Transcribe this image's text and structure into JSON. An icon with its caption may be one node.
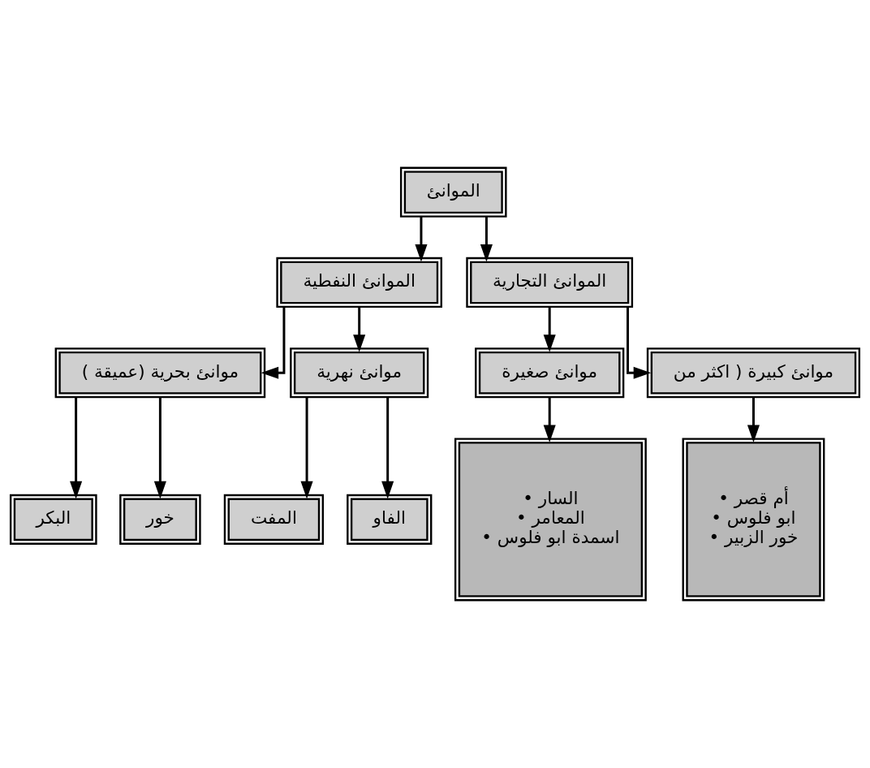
{
  "diagram": {
    "nodes": [
      {
        "text": [
          "الموانئ"
        ]
      },
      {
        "text": [
          "الموانئ التجارية"
        ]
      },
      {
        "text": [
          "الموانئ النفطية"
        ]
      },
      {
        "text": [
          "موانئ كبيرة ( اكثر من"
        ]
      },
      {
        "text": [
          "موانئ صغيرة"
        ]
      },
      {
        "text": [
          "موانئ نهرية"
        ]
      },
      {
        "text": [
          "موانئ بحرية (عميقة )"
        ]
      },
      {
        "text": [
          "• أم قصر",
          "• ابو فلوس",
          "• خور الزبير"
        ]
      },
      {
        "text": [
          "• السار",
          "• المعامر",
          "• اسمدة ابو فلوس"
        ]
      },
      {
        "text": [
          "الفاو"
        ]
      },
      {
        "text": [
          "المفت"
        ]
      },
      {
        "text": [
          "خور"
        ]
      },
      {
        "text": [
          "البكر"
        ]
      }
    ],
    "edges": [
      {
        "from": 0,
        "to": 1,
        "arrow": "to"
      },
      {
        "from": 0,
        "to": 2,
        "arrow": "to"
      },
      {
        "from": 1,
        "to": 3,
        "arrow": "to"
      },
      {
        "from": 1,
        "to": 4,
        "arrow": "to"
      },
      {
        "from": 2,
        "to": 5,
        "arrow": "to"
      },
      {
        "from": 2,
        "to": 6,
        "arrow": "to"
      },
      {
        "from": 3,
        "to": 7,
        "arrow": "to"
      },
      {
        "from": 4,
        "to": 8,
        "arrow": "to"
      },
      {
        "from": 5,
        "to": 9,
        "arrow": "to"
      },
      {
        "from": 5,
        "to": 10,
        "arrow": "to"
      },
      {
        "from": 6,
        "to": 11,
        "arrow": "to"
      },
      {
        "from": 6,
        "to": 12,
        "arrow": "to"
      }
    ]
  }
}
